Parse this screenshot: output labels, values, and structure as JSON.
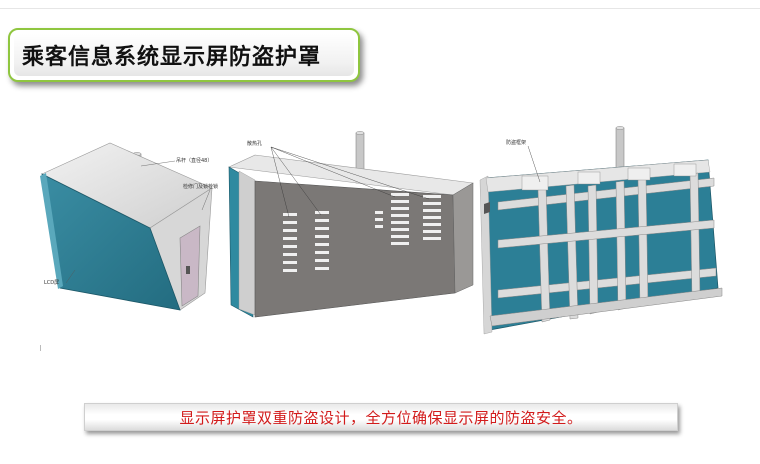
{
  "slide": {
    "title": "乘客信息系统显示屏防盗护罩",
    "caption": "显示屏护罩双重防盗设计，全方位确保显示屏的防盗安全。"
  },
  "figures": {
    "left": {
      "labels": {
        "pole": "吊杆（直径48）",
        "door_lock": "检修门及锁栓锁",
        "lcd": "LCD屏"
      }
    },
    "middle": {
      "labels": {
        "vents": "散热孔"
      }
    },
    "right": {
      "labels": {
        "frame": "防盗框架"
      }
    }
  },
  "colors": {
    "title_border": "#8fc63f",
    "caption_text": "#d21b1b",
    "screen_teal": "#2d7f95",
    "housing_grey": "#d9dadc",
    "back_panel": "#7a7775"
  }
}
